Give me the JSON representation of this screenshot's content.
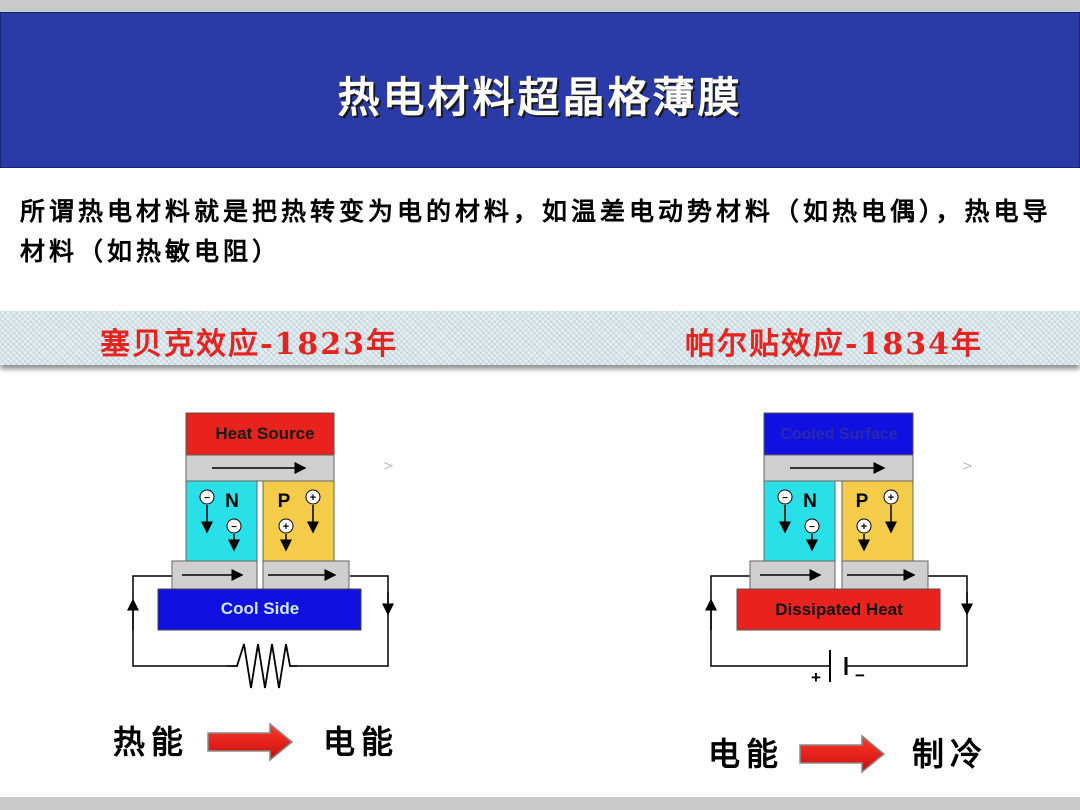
{
  "slide": {
    "title": "热电材料超晶格薄膜",
    "intro": "所谓热电材料就是把热转变为电的材料，如温差电动势材料（如热电偶），热电导材料（如热敏电阻）",
    "effects": {
      "left": "塞贝克效应-1823年",
      "right": "帕尔贴效应-1834年"
    }
  },
  "colors": {
    "title_band": "#2a3aa6",
    "effect_text": "#e8221c",
    "hot": "#e8221c",
    "cold": "#1010e0",
    "n_type": "#2ae0e8",
    "p_type": "#f5cc4a",
    "metal": "#cfcfcf"
  },
  "seebeck": {
    "top_plate": "Heat Source",
    "bottom_plate": "Cool Side",
    "n_label": "N",
    "p_label": "P",
    "minus": "−",
    "plus": "+",
    "from": "热能",
    "to": "电能",
    "load_icon": "resistor-icon"
  },
  "peltier": {
    "top_plate": "Cooled Surface",
    "bottom_plate": "Dissipated Heat",
    "n_label": "N",
    "p_label": "P",
    "minus": "−",
    "plus": "+",
    "battery_plus": "+",
    "battery_minus": "−",
    "from": "电能",
    "to": "制冷",
    "source_icon": "battery-icon"
  }
}
